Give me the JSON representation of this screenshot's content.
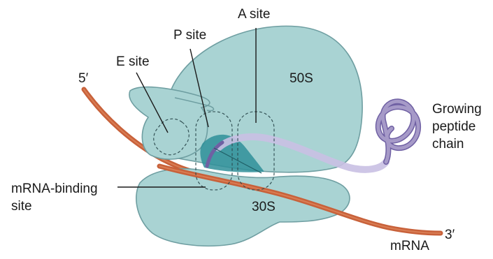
{
  "labels": {
    "five_prime": "5′",
    "three_prime": "3′",
    "a_site": "A site",
    "p_site": "P site",
    "e_site": "E site",
    "large_subunit": "50S",
    "small_subunit": "30S",
    "growing_peptide": [
      "Growing",
      "peptide",
      "chain"
    ],
    "mrna_binding_site": [
      "mRNA-binding",
      "site"
    ],
    "mrna": "mRNA"
  },
  "colors": {
    "ribosome_fill": "#a9d3d3",
    "ribosome_shadow": "#8fc0c1",
    "site_fill": "#7fb8ba",
    "tunnel_fill": "#2f8f99",
    "mrna_strand": "#c8613a",
    "peptide": "#a69ac8",
    "peptide_dark": "#6f60a3"
  }
}
